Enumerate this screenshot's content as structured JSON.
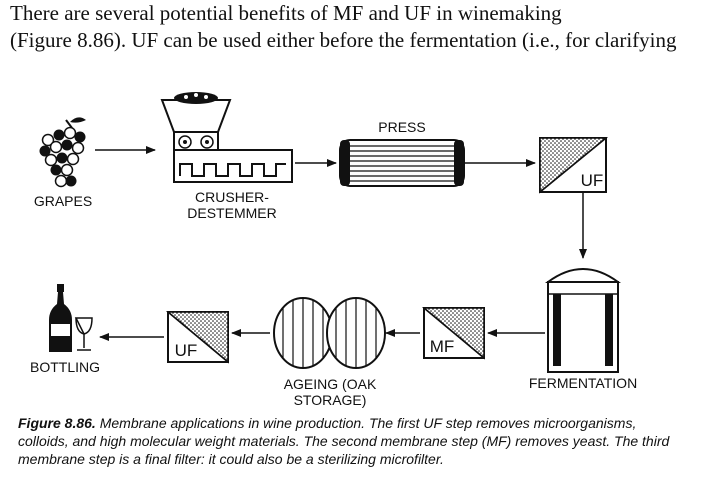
{
  "paragraph": {
    "line1": "There are several potential benefits of MF and UF in winemaking",
    "line2": "(Figure 8.86). UF can be used either before the fermentation (i.e., for clarifying"
  },
  "diagram": {
    "grapes": "GRAPES",
    "crusher_line1": "CRUSHER-",
    "crusher_line2": "DESTEMMER",
    "press": "PRESS",
    "uf_first": "UF",
    "fermentation": "FERMENTATION",
    "mf": "MF",
    "ageing_line1": "AGEING (OAK",
    "ageing_line2": "STORAGE)",
    "uf_final": "UF",
    "bottling": "BOTTLING"
  },
  "caption": {
    "figure_label": "Figure 8.86.",
    "text": " Membrane applications in wine production. The first UF step removes microorganisms, colloids, and high molecular weight materials. The second membrane step (MF) removes yeast. The third membrane step is a final filter: it could also be a sterilizing microfilter."
  }
}
